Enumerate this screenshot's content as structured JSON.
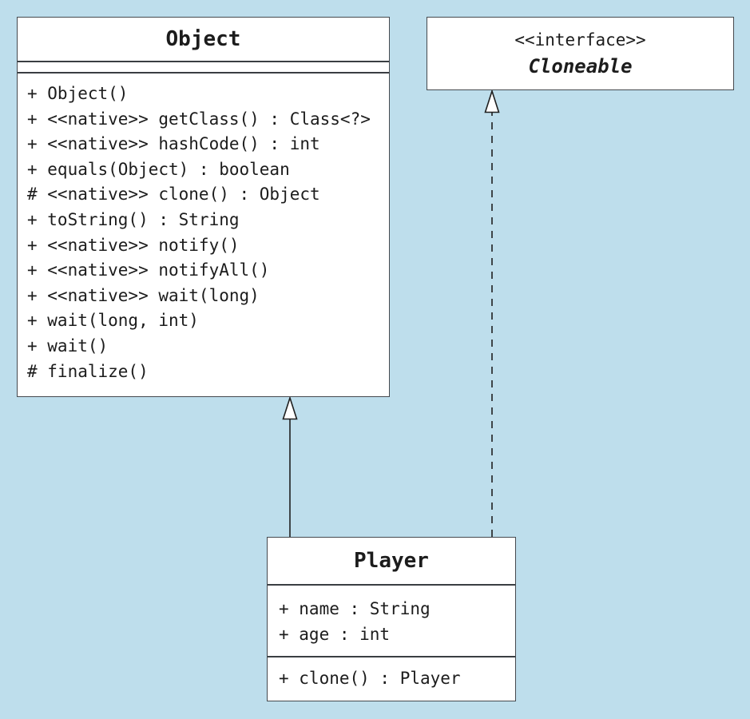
{
  "colors": {
    "background": "#BEDEEC",
    "box_fill": "#FFFFFF",
    "box_border": "#45494E",
    "connector": "#1F1F1F",
    "text": "#1C1C1C"
  },
  "classes": {
    "object": {
      "name": "Object",
      "attributes": [],
      "methods": [
        "+ Object()",
        "+ <<native>> getClass() : Class<?>",
        "+ <<native>> hashCode() : int",
        "+ equals(Object) : boolean",
        "# <<native>> clone() : Object",
        "+ toString() : String",
        "+ <<native>> notify()",
        "+ <<native>> notifyAll()",
        "+ <<native>> wait(long)",
        "+ wait(long, int)",
        "+ wait()",
        "# finalize()"
      ]
    },
    "cloneable": {
      "stereotype": "<<interface>>",
      "name": "Cloneable"
    },
    "player": {
      "name": "Player",
      "attributes": [
        "+ name : String",
        "+ age : int"
      ],
      "methods": [
        "+ clone() : Player"
      ]
    }
  },
  "relations": [
    {
      "type": "generalization",
      "from": "Player",
      "to": "Object",
      "line_style": "solid",
      "arrowhead": "hollow-triangle"
    },
    {
      "type": "realization",
      "from": "Player",
      "to": "Cloneable",
      "line_style": "dashed",
      "arrowhead": "hollow-triangle"
    }
  ]
}
